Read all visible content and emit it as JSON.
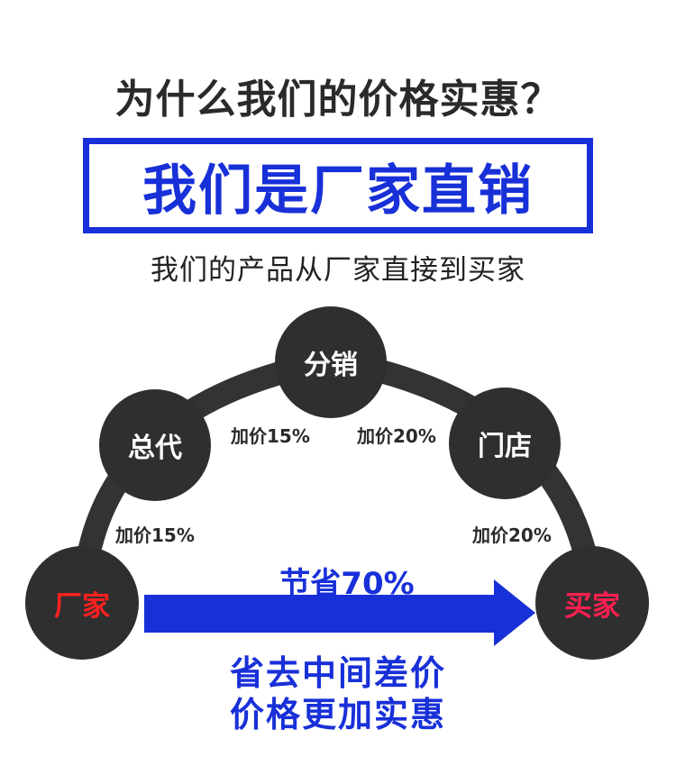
{
  "headline": "为什么我们的价格实惠？",
  "banner": "我们是厂家直销",
  "subline": "我们的产品从厂家直接到买家",
  "nodes": {
    "factory": "厂家",
    "general_agent": "总代",
    "distributor": "分销",
    "store": "门店",
    "buyer": "买家"
  },
  "markups": {
    "factory_to_agent": "加价15%",
    "agent_to_distributor": "加价15%",
    "distributor_to_store": "加价20%",
    "store_to_buyer": "加价20%"
  },
  "savings": "节省70%",
  "footer": {
    "line1": "省去中间差价",
    "line2": "价格更加实惠"
  },
  "colors": {
    "brand_blue": "#1830d8",
    "node_fill": "#2f2f2f",
    "arc_stroke": "#333333",
    "factory_text": "#ff2020",
    "buyer_text": "#ff2050"
  }
}
